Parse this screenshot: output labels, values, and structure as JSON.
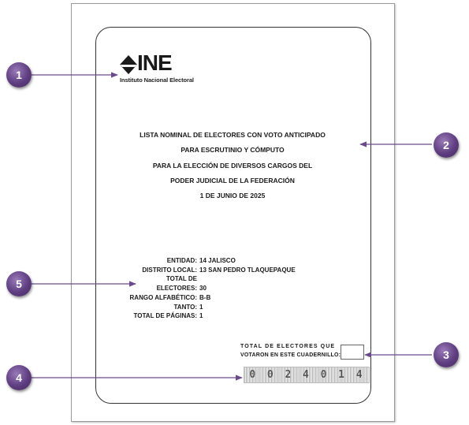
{
  "logo": {
    "brand": "INE",
    "subtitle": "Instituto Nacional Electoral"
  },
  "title_lines": [
    "LISTA NOMINAL DE ELECTORES CON VOTO ANTICIPADO",
    "PARA ESCRUTINIO Y CÓMPUTO",
    "PARA LA ELECCIÓN DE DIVERSOS CARGOS DEL",
    "PODER JUDICIAL DE LA FEDERACIÓN",
    "1 DE JUNIO DE 2025"
  ],
  "info": {
    "entidad_label": "ENTIDAD:",
    "entidad_value": "14 JALISCO",
    "distrito_label": "DISTRITO LOCAL:",
    "distrito_value": "13 SAN PEDRO TLAQUEPAQUE",
    "total_label": "TOTAL DE\nELECTORES:",
    "total_value": "30",
    "rango_label": "RANGO ALFABÉTICO:",
    "rango_value": "B-B",
    "tanto_label": "TANTO:",
    "tanto_value": "1",
    "paginas_label": "TOTAL DE PÁGINAS:",
    "paginas_value": "1"
  },
  "count": {
    "line1": "TOTAL DE ELECTORES QUE",
    "line2": "VOTARON EN ESTE CUADERNILLO:"
  },
  "barcode_digits": [
    "0",
    "0",
    "2",
    "4",
    "0",
    "1",
    "4"
  ],
  "callouts": [
    "1",
    "2",
    "3",
    "4",
    "5"
  ],
  "colors": {
    "callout": "#5e3d80",
    "arrow": "#6a4a8a"
  }
}
